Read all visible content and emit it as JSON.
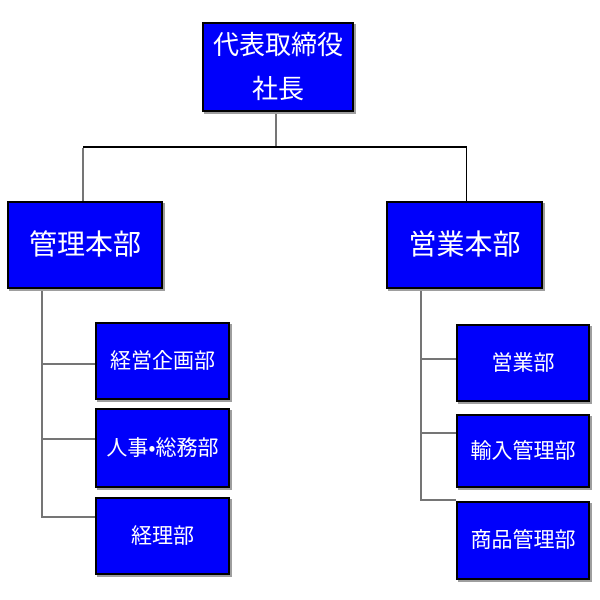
{
  "colors": {
    "node_fill": "#0000fb",
    "node_border": "#000000",
    "node_text": "#ffffff",
    "node_shadow": "#9e9e9e",
    "connector_gray": "#757575",
    "connector_black": "#000000",
    "background": "#ffffff"
  },
  "org": {
    "root": {
      "line1": "代表取締役",
      "line2": "社長"
    },
    "divisions": [
      {
        "label": "管理本部",
        "children": [
          {
            "label": "経営企画部"
          },
          {
            "label": "人事・総務部"
          },
          {
            "label": "経理部"
          }
        ]
      },
      {
        "label": "営業本部",
        "children": [
          {
            "label": "営業部"
          },
          {
            "label": "輸入管理部"
          },
          {
            "label": "商品管理部"
          }
        ]
      }
    ]
  }
}
